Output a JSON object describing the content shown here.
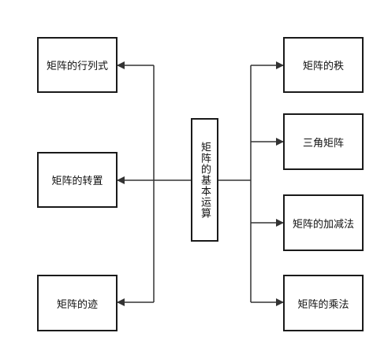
{
  "center": {
    "label": "矩阵的基本运算"
  },
  "left": [
    {
      "key": "determinant",
      "label": "矩阵的行列式"
    },
    {
      "key": "transpose",
      "label": "矩阵的转置"
    },
    {
      "key": "trace",
      "label": "矩阵的迹"
    }
  ],
  "right": [
    {
      "key": "rank",
      "label": "矩阵的秩"
    },
    {
      "key": "triangular",
      "label": "三角矩阵"
    },
    {
      "key": "add-subtract",
      "label": "矩阵的加减法"
    },
    {
      "key": "multiply",
      "label": "矩阵的乘法"
    }
  ],
  "colors": {
    "line": "#333333",
    "border": "#1a1a1a",
    "text": "#111111"
  }
}
